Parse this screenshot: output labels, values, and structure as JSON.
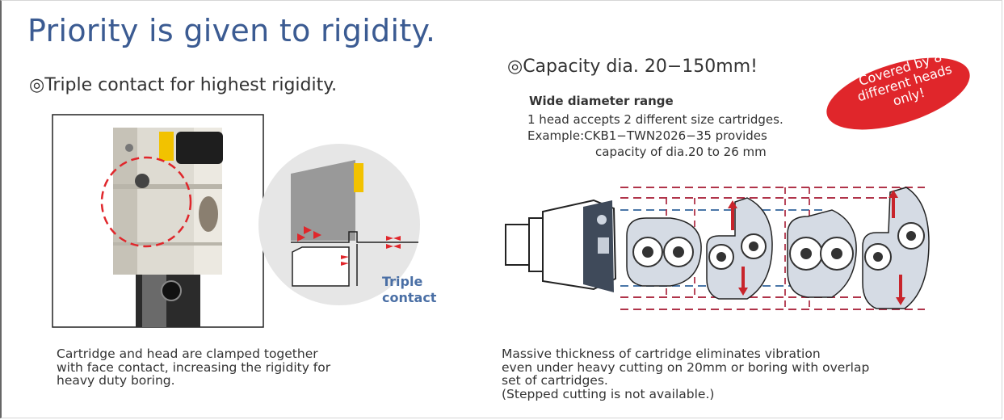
{
  "title": "Priority is given to rigidity.",
  "left": {
    "heading": "◎Triple contact for highest rigidity.",
    "triple_label_line1": "Triple",
    "triple_label_line2": "contact",
    "paragraph_lines": [
      "Cartridge and head are clamped together",
      "with face contact, increasing the rigidity for",
      "heavy duty boring."
    ]
  },
  "right": {
    "heading": "◎Capacity dia. 20−150mm!",
    "wide_label": "Wide diameter range",
    "desc_lines": [
      "1 head accepts 2 different size cartridges.",
      "Example:CKB1−TWN2026−35 provides",
      "capacity of dia.20 to 26 mm"
    ],
    "badge_lines": [
      "Covered by 8",
      "different heads",
      "only!"
    ],
    "paragraph_lines": [
      "Massive thickness of cartridge eliminates vibration",
      "even under heavy cutting on 20mm or boring with overlap",
      "set of cartridges.",
      "(Stepped cutting is not available.)"
    ]
  },
  "colors": {
    "title": "#3b5b92",
    "accent_red": "#e0262b",
    "triple_blue": "#4a6fa5",
    "insert_yellow": "#f2c200"
  }
}
